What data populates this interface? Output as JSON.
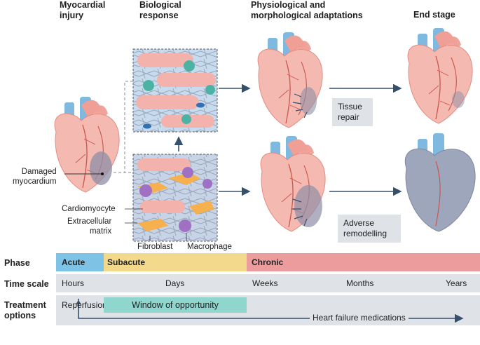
{
  "columns": {
    "injury": [
      "Myocardial",
      "injury"
    ],
    "response": [
      "Biological",
      "response"
    ],
    "adaptations": [
      "Physiological and",
      "morphological adaptations"
    ],
    "end": [
      "End stage"
    ]
  },
  "labels": {
    "damaged": [
      "Damaged",
      "myocardium"
    ],
    "cardiomyocyte": "Cardiomyocyte",
    "ecm": [
      "Extracellular",
      "matrix"
    ],
    "fibroblast": "Fibroblast",
    "macrophage": "Macrophage",
    "tissue_repair": [
      "Tissue",
      "repair"
    ],
    "adverse": [
      "Adverse",
      "remodelling"
    ]
  },
  "rows": {
    "phase": "Phase",
    "timescale": "Time scale",
    "treatment": [
      "Treatment",
      "options"
    ]
  },
  "phases": [
    {
      "label": "Acute",
      "color": "#7ec3e6"
    },
    {
      "label": "Subacute",
      "color": "#f3d98c"
    },
    {
      "label": "Chronic",
      "color": "#ec9c9c"
    }
  ],
  "timescale": [
    "Hours",
    "Days",
    "Weeks",
    "Months",
    "Years"
  ],
  "treatment": {
    "reperfusion": "Reperfusion",
    "window": "Window of opportunity",
    "hf": "Heart failure medications"
  },
  "colors": {
    "heart": "#f4b9b0",
    "vessel": "#7fb9e0",
    "scar": "#8f8fa8",
    "arrow": "#35506c",
    "window": "#8fd6cf",
    "bar_bg": "#dfe3e8"
  }
}
